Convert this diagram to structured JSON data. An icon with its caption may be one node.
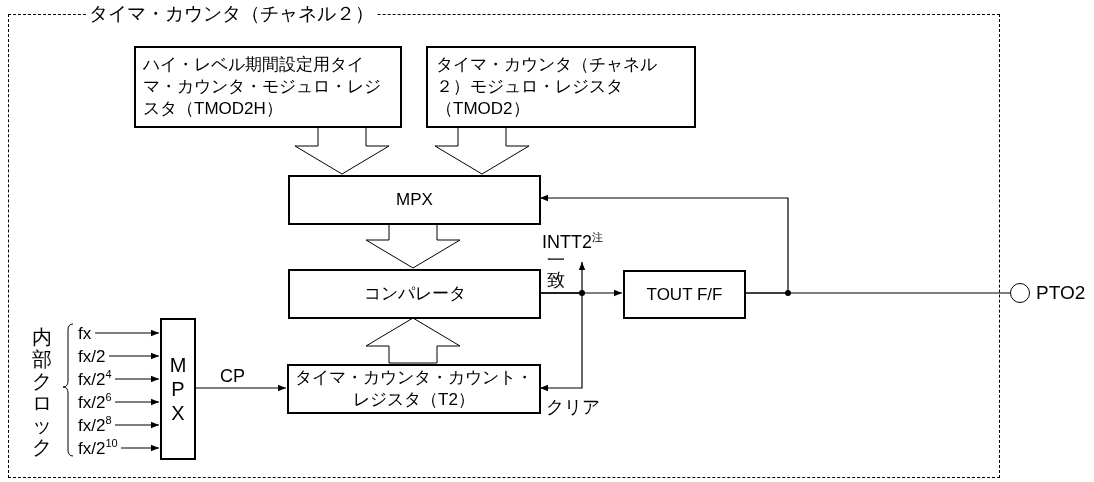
{
  "diagram": {
    "nodes": [
      {
        "text": [
          "タイマ・カウンタ（チャネル２）"
        ]
      },
      {
        "text": [
          "ハイ・レベル期間設定用タイマ・カウンタ・モジュロ・レジスタ（TMOD2H）"
        ],
        "in": 0
      },
      {
        "text": [
          "タイマ・カウンタ（チャネル２）モジュロ・レジスタ（TMOD2）"
        ],
        "in": 0
      },
      {
        "text": [
          "MPX"
        ],
        "in": 0
      },
      {
        "text": [
          "コンパレータ"
        ],
        "in": 0
      },
      {
        "text": [
          "タイマ・カウンタ・カウント・レジスタ（T2）"
        ],
        "in": 0
      },
      {
        "text": [
          "MPX"
        ],
        "in": 0
      },
      {
        "text": [
          "TOUT F/F"
        ],
        "in": 0
      },
      {
        "text": [],
        "shape": "circle",
        "beside": [
          "PTO2"
        ]
      },
      {
        "text": [
          "fx"
        ],
        "in": 0
      },
      {
        "text": [
          "fx/2"
        ],
        "in": 0
      },
      {
        "text": [
          "fx/2$^{4}$"
        ],
        "in": 0
      },
      {
        "text": [
          "fx/2$^{6}$"
        ],
        "in": 0
      },
      {
        "text": [
          "fx/2$^{8}$"
        ],
        "in": 0
      },
      {
        "text": [
          "fx/2$^{10}$"
        ],
        "in": 0
      }
    ],
    "edges": [
      {
        "from": 1,
        "to": 3,
        "arrow": "to"
      },
      {
        "from": 2,
        "to": 3,
        "arrow": "to"
      },
      {
        "from": 3,
        "to": 4,
        "arrow": "to"
      },
      {
        "from": 5,
        "to": 4,
        "arrow": "to"
      },
      {
        "from": 9,
        "to": 6,
        "arrow": "to"
      },
      {
        "from": 10,
        "to": 6,
        "arrow": "to"
      },
      {
        "from": 11,
        "to": 6,
        "arrow": "to"
      },
      {
        "from": 12,
        "to": 6,
        "arrow": "to"
      },
      {
        "from": 13,
        "to": 6,
        "arrow": "to"
      },
      {
        "from": 14,
        "to": 6,
        "arrow": "to"
      },
      {
        "from": 6,
        "to": 5,
        "arrow": "to",
        "label": "CP"
      },
      {
        "from": 4,
        "to": 7,
        "arrow": "to",
        "label": "一致"
      },
      {
        "from": 4,
        "to": null,
        "arrow": "to",
        "label": "INTT2$^{注}$"
      },
      {
        "from": 4,
        "to": 5,
        "arrow": "to",
        "label": "クリア"
      },
      {
        "from": 7,
        "to": 3,
        "arrow": "to"
      },
      {
        "from": 7,
        "to": 8,
        "arrow": "none"
      }
    ],
    "labels": [
      "内部クロック"
    ]
  }
}
